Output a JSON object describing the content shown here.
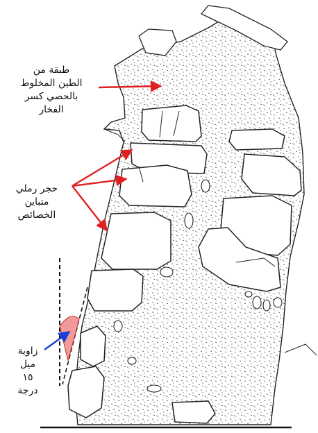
{
  "labels": {
    "clay_layer": [
      "طبقة من",
      "الطين المخلوط",
      "بالحصي كسر",
      "الفخار"
    ],
    "sandstone": [
      "حجر رملي",
      "متباين",
      "الخصائص"
    ],
    "tilt_angle": [
      "زاوية",
      "ميل",
      "١٥",
      "درجة"
    ]
  },
  "colors": {
    "arrow_red": "#e02020",
    "arrow_blue": "#1a3fd6",
    "angle_fill": "#f29a9a",
    "outline": "#222222"
  }
}
